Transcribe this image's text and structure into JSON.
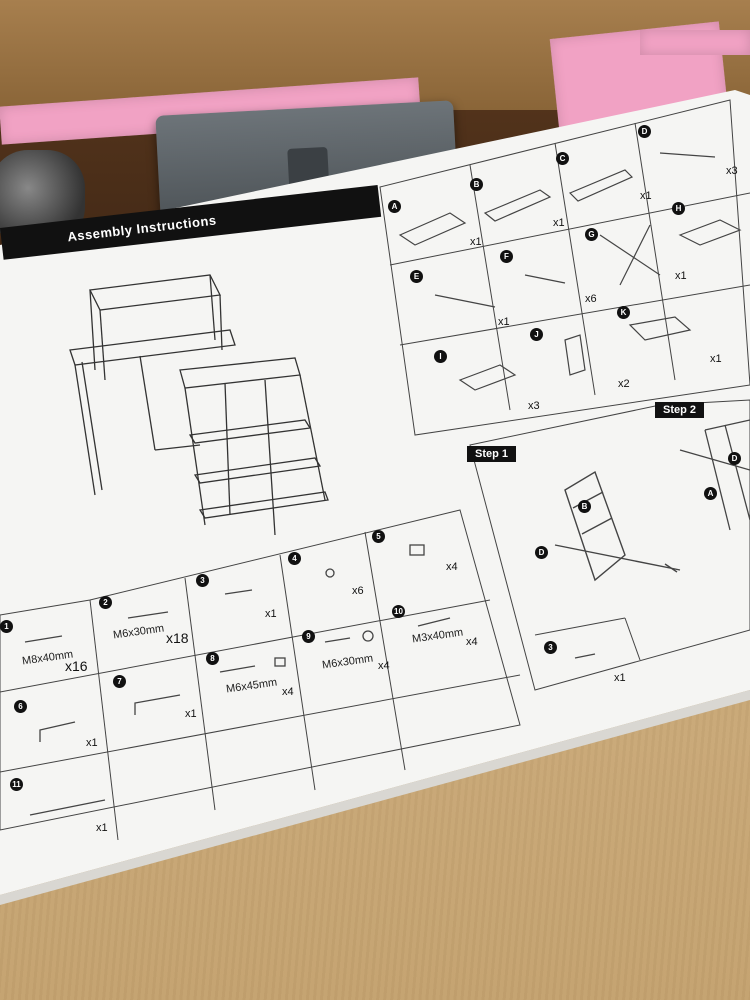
{
  "title": "Assembly Instructions",
  "parts": [
    {
      "letter": "A",
      "qty": "x1"
    },
    {
      "letter": "B",
      "qty": "x1"
    },
    {
      "letter": "C",
      "qty": "x1"
    },
    {
      "letter": "D",
      "qty": "x3"
    },
    {
      "letter": "E",
      "qty": "x1"
    },
    {
      "letter": "F",
      "qty": "x6"
    },
    {
      "letter": "G",
      "qty": "x1"
    },
    {
      "letter": "H",
      "qty": ""
    },
    {
      "letter": "I",
      "qty": "x3"
    },
    {
      "letter": "J",
      "qty": "x2"
    },
    {
      "letter": "K",
      "qty": "x1"
    }
  ],
  "hardware": [
    {
      "num": "1",
      "label": "M8x40mm",
      "qty": "x16"
    },
    {
      "num": "2",
      "label": "M6x30mm",
      "qty": "x18"
    },
    {
      "num": "3",
      "label": "",
      "qty": "x1"
    },
    {
      "num": "4",
      "label": "",
      "qty": "x6"
    },
    {
      "num": "5",
      "label": "",
      "qty": "x4"
    },
    {
      "num": "6",
      "label": "",
      "qty": "x1"
    },
    {
      "num": "7",
      "label": "",
      "qty": "x1"
    },
    {
      "num": "8",
      "label": "M6x45mm",
      "qty": "x4"
    },
    {
      "num": "9",
      "label": "M6x30mm",
      "qty": "x4"
    },
    {
      "num": "10",
      "label": "M3x40mm",
      "qty": "x4"
    },
    {
      "num": "11",
      "label": "",
      "qty": "x1"
    }
  ],
  "steps": [
    {
      "label": "Step 1",
      "part_b": "B",
      "part_d": "D",
      "hw_num": "3",
      "hw_qty": "x1"
    },
    {
      "label": "Step 2",
      "part_d": "D",
      "part_a": "A"
    }
  ]
}
